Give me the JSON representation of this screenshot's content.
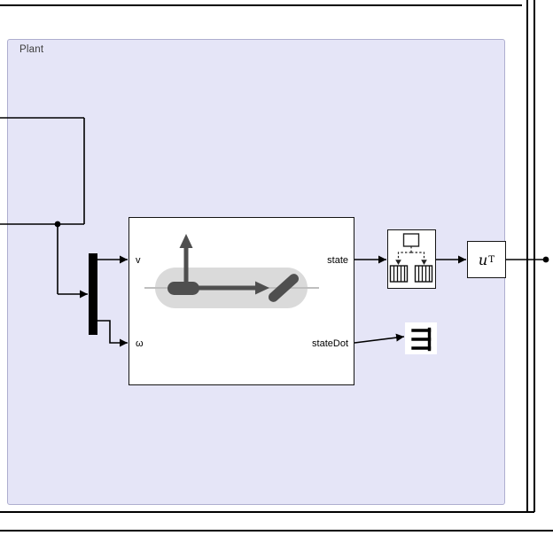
{
  "area": {
    "label": "Plant"
  },
  "blocks": {
    "pendulum": {
      "ports": {
        "in_top": "v",
        "in_bottom": "ω",
        "out_top": "state",
        "out_bottom": "stateDot"
      }
    },
    "transpose": {
      "base": "u",
      "superscript": "T"
    }
  },
  "icons": {
    "demux_block": "demux-bar",
    "pendulum_block": "cart-pole-graphic",
    "router_block": "signal-split-to-buffers",
    "out_block": "out-bus-element-glyph"
  },
  "colors": {
    "plant_area_fill": "#e5e5f7",
    "plant_area_border": "#aeaecf",
    "wire": "#000000",
    "block_fill": "#ffffff",
    "block_border": "#141414",
    "graphic_dark": "#4f4f4f",
    "graphic_track": "#dadada"
  }
}
